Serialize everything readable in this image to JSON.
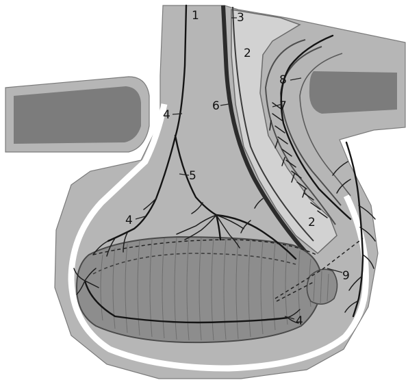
{
  "labels": {
    "l1": "1",
    "l2a": "2",
    "l2b": "2",
    "l3": "3",
    "l4a": "4",
    "l4b": "4",
    "l4c": "4",
    "l5": "5",
    "l6": "6",
    "l7": "7",
    "l8": "8",
    "l9": "9"
  },
  "colors": {
    "background": "#ffffff",
    "tissue": "#b6b6b6",
    "bone": "#7c7c7c",
    "duct_region": "#d2d2d2",
    "body_mass": "#8d8d8d",
    "nerve": "#141414"
  }
}
